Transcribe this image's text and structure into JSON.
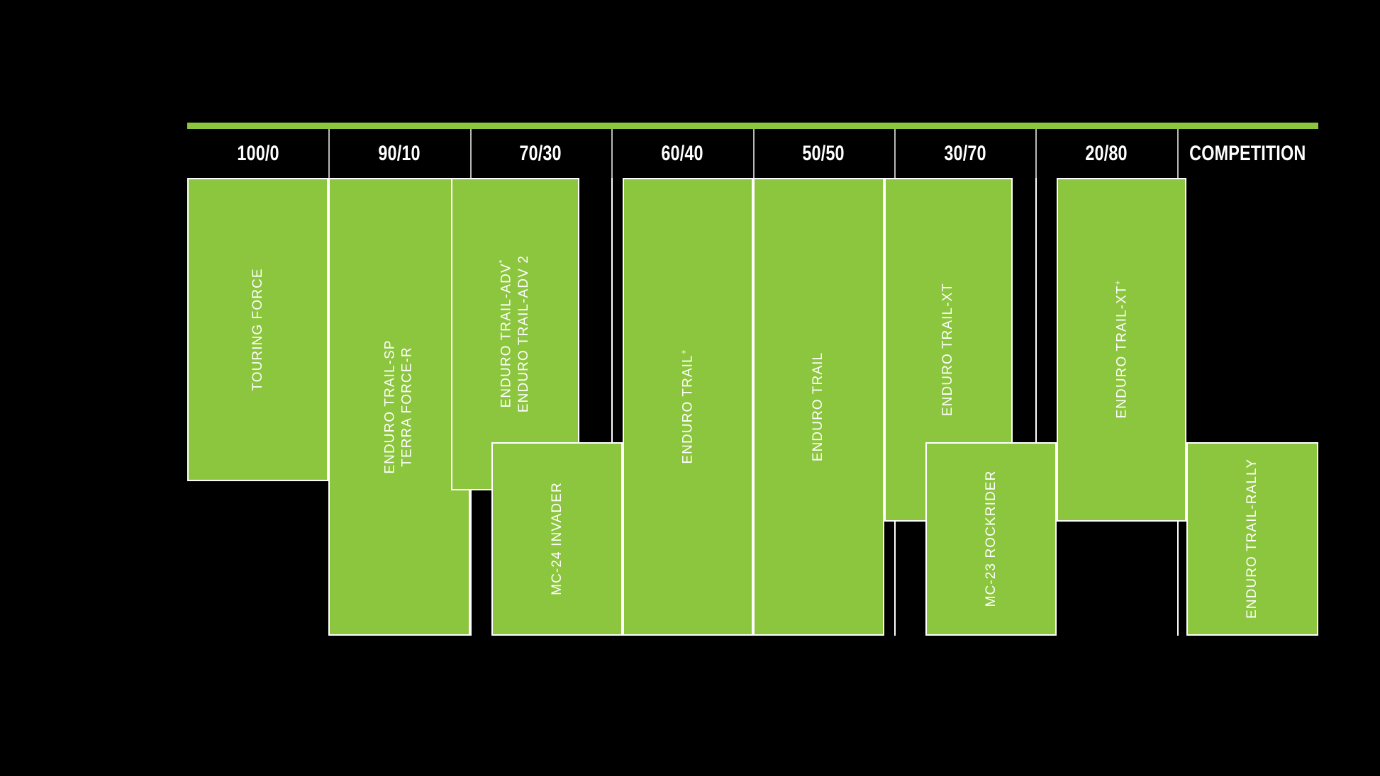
{
  "chart_data": {
    "type": "bar",
    "title": "",
    "subtitle": "",
    "xlabel": "",
    "ylabel": "",
    "grid": false,
    "legend": "none",
    "orientation": "vertical-range-bars",
    "axis_description": "On-road / Off-road usage ratio categories",
    "categories": [
      "100/0",
      "90/10",
      "70/30",
      "60/40",
      "50/50",
      "30/70",
      "20/80",
      "COMPETITION"
    ],
    "colors": {
      "bar_fill": "#8CC63E",
      "bar_border": "#FFFFFF",
      "background": "#000000",
      "header_text": "#FFFFFF",
      "divider": "#B9B9B9"
    },
    "bars": [
      {
        "id": "touring-force",
        "labels": [
          "TOURING FORCE"
        ],
        "start_category": "100/0",
        "end_category": "100/0",
        "span_start_pct": 0.0,
        "span_end_pct": 12.5,
        "top_pct": 0.0,
        "bottom_pct": 66.3
      },
      {
        "id": "terra-force-r",
        "labels": [
          "TERRA FORCE-R",
          "ENDURO TRAIL-SP"
        ],
        "start_category": "90/10",
        "end_category": "90/10",
        "span_start_pct": 12.5,
        "span_end_pct": 25.0,
        "top_pct": 0.0,
        "bottom_pct": 100.0
      },
      {
        "id": "enduro-trail-adv",
        "labels": [
          "ENDURO TRAIL-ADV 2",
          "ENDURO TRAIL-ADV*"
        ],
        "start_category": "70/30",
        "end_category": "70/30",
        "span_start_pct": 23.3,
        "span_end_pct": 34.6,
        "top_pct": 0.0,
        "bottom_pct": 68.2
      },
      {
        "id": "mc-24-invader",
        "labels": [
          "MC-24 INVADER"
        ],
        "start_category": "70/30",
        "end_category": "60/40",
        "span_start_pct": 26.9,
        "span_end_pct": 38.5,
        "top_pct": 57.7,
        "bottom_pct": 100.0
      },
      {
        "id": "enduro-trail-plus",
        "labels": [
          "ENDURO TRAIL+"
        ],
        "start_category": "60/40",
        "end_category": "60/40",
        "span_start_pct": 38.5,
        "span_end_pct": 50.0,
        "top_pct": 0.0,
        "bottom_pct": 100.0
      },
      {
        "id": "enduro-trail",
        "labels": [
          "ENDURO TRAIL"
        ],
        "start_category": "50/50",
        "end_category": "50/50",
        "span_start_pct": 50.0,
        "span_end_pct": 61.6,
        "top_pct": 0.0,
        "bottom_pct": 100.0
      },
      {
        "id": "enduro-trail-xt",
        "labels": [
          "ENDURO TRAIL-XT"
        ],
        "start_category": "30/70",
        "end_category": "30/70",
        "span_start_pct": 61.6,
        "span_end_pct": 73.0,
        "top_pct": 0.0,
        "bottom_pct": 75.0
      },
      {
        "id": "mc-23-rockrider",
        "labels": [
          "MC-23 ROCKRIDER"
        ],
        "start_category": "30/70",
        "end_category": "20/80",
        "span_start_pct": 65.2,
        "span_end_pct": 76.9,
        "top_pct": 57.7,
        "bottom_pct": 100.0
      },
      {
        "id": "enduro-trail-xt-plus",
        "labels": [
          "ENDURO TRAIL-XT+"
        ],
        "start_category": "20/80",
        "end_category": "20/80",
        "span_start_pct": 76.9,
        "span_end_pct": 88.4,
        "top_pct": 0.0,
        "bottom_pct": 75.0
      },
      {
        "id": "enduro-trail-rally",
        "labels": [
          "ENDURO TRAIL-RALLY"
        ],
        "start_category": "COMPETITION",
        "end_category": "COMPETITION",
        "span_start_pct": 88.4,
        "span_end_pct": 100.0,
        "top_pct": 57.7,
        "bottom_pct": 100.0
      }
    ]
  },
  "header": {
    "cells": [
      {
        "label": "100/0"
      },
      {
        "label": "90/10"
      },
      {
        "label": "70/30"
      },
      {
        "label": "60/40"
      },
      {
        "label": "50/50"
      },
      {
        "label": "30/70"
      },
      {
        "label": "20/80"
      },
      {
        "label": "COMPETITION"
      }
    ]
  },
  "bars": [
    {
      "lines": [
        "TOURING FORCE"
      ]
    },
    {
      "lines": [
        "TERRA FORCE-R",
        "ENDURO TRAIL-SP"
      ]
    },
    {
      "lines": [
        "ENDURO TRAIL-ADV 2",
        "ENDURO TRAIL-ADV*"
      ]
    },
    {
      "lines": [
        "MC-24 INVADER"
      ]
    },
    {
      "lines": [
        "ENDURO TRAIL+"
      ]
    },
    {
      "lines": [
        "ENDURO TRAIL"
      ]
    },
    {
      "lines": [
        "ENDURO TRAIL-XT"
      ]
    },
    {
      "lines": [
        "MC-23 ROCKRIDER"
      ]
    },
    {
      "lines": [
        "ENDURO TRAIL-XT+"
      ]
    },
    {
      "lines": [
        "ENDURO TRAIL-RALLY"
      ]
    }
  ]
}
